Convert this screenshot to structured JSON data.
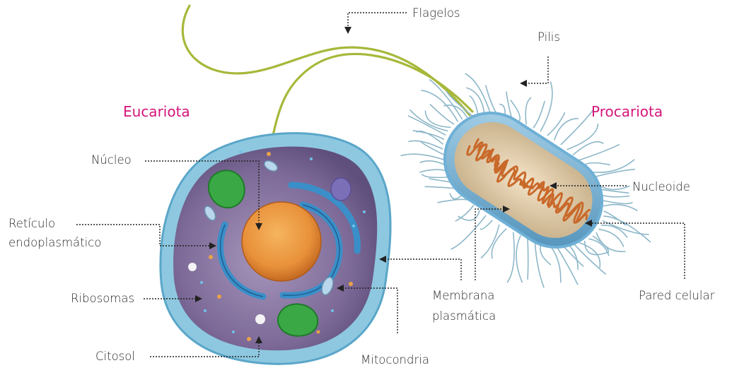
{
  "titles": {
    "eukaryote": "Eucariota",
    "prokaryote": "Procariota"
  },
  "labels": {
    "flagella": "Flagelos",
    "pili": "Pilis",
    "nucleus": "Núcleo",
    "er_line1": "Retículo",
    "er_line2": "endoplasmático",
    "ribosomes": "Ribosomas",
    "cytosol": "Citosol",
    "mitochondria": "Mitocondria",
    "membrane_line1": "Membrana",
    "membrane_line2": "plasmática",
    "cell_wall": "Pared celular",
    "nucleoid": "Nucleoide"
  },
  "colors": {
    "title": "#d4157a",
    "label": "#2b2b2b",
    "leader": "#222222",
    "membrane": "#8ec8e0",
    "cytoplasm": "#7d6a98",
    "nucleus": "#e8913a",
    "er": "#3a8fc9",
    "golgi": "#3aa845",
    "flagellum": "#a7b83a",
    "bacterium_body": "#6fb0d6",
    "nucleoid": "#c9692a",
    "pili": "#8db7c8"
  }
}
